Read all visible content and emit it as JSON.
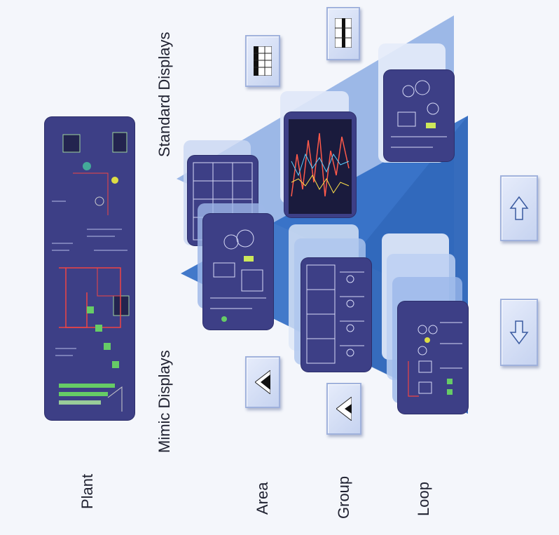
{
  "labels": {
    "plant": "Plant",
    "area": "Area",
    "group": "Group",
    "loop": "Loop",
    "standard": "Standard Displays",
    "mimic": "Mimic Displays"
  },
  "icons": {
    "up": "arrow-up-icon",
    "down": "arrow-down-icon",
    "pyramid": "pyramid-icon",
    "grid": "grid-icon"
  },
  "colors": {
    "panel": "#3d3f86",
    "triangle_light": "#8fb0e6",
    "triangle_dark": "#3a74c8",
    "button": "#cfdaf4",
    "trend_red": "#ff5a4a"
  }
}
